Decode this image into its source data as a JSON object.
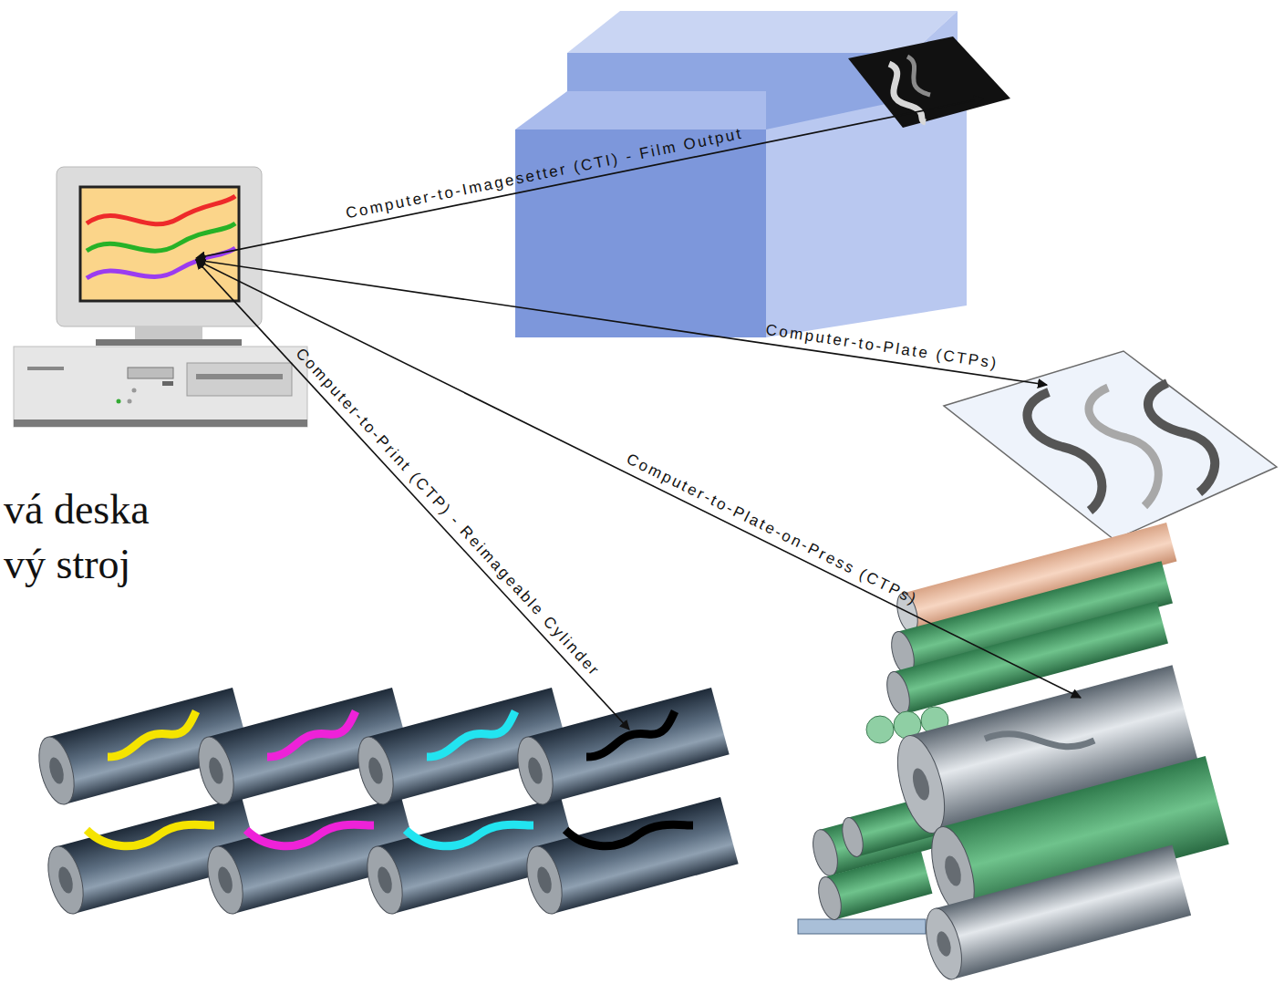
{
  "diagram": {
    "labels": [
      "Computer-to-Imagesetter (CTI) - Film Output",
      "Computer-to-Plate (CTPs)",
      "Computer-to-Print (CTP) - Reimageable Cylinder",
      "Computer-to-Plate-on-Press (CTPs)",
      "vá deska",
      "vý stroj"
    ]
  }
}
